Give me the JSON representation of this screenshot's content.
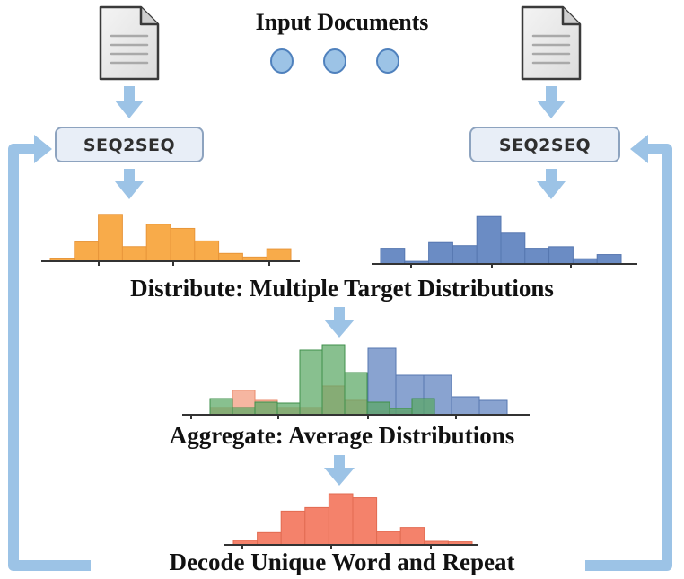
{
  "labels": {
    "input_documents": "Input Documents",
    "distribute": "Distribute: Multiple Target Distributions",
    "aggregate": "Aggregate: Average Distributions",
    "decode": "Decode Unique Word and Repeat"
  },
  "models": {
    "left": "SEQ2SEQ",
    "right": "SEQ2SEQ"
  },
  "icons": {
    "document": "document-icon",
    "ellipsis": "ellipsis-dots-icon",
    "arrow": "down-arrow-icon",
    "feedback": "feedback-loop-arrow-icon"
  },
  "colors": {
    "arrow": "#9cc3e6",
    "seq_box_fill": "#e8eef7",
    "seq_box_border": "#8da3bf",
    "dot_fill": "#9cc3e6",
    "dot_stroke": "#4f81bd",
    "orange": "#f8ab4a",
    "blue": "#6b8cc4",
    "salmon": "#f39e82",
    "green": "#5aa864",
    "red": "#f4826b"
  },
  "histograms": {
    "left": [
      0.06,
      0.37,
      0.9,
      0.28,
      0.71,
      0.63,
      0.39,
      0.15,
      0.08,
      0.24
    ],
    "right": [
      0.3,
      0.05,
      0.41,
      0.35,
      0.91,
      0.59,
      0.3,
      0.33,
      0.1,
      0.18
    ],
    "aggregate_salmon": [
      0.1,
      0.34,
      0.2,
      0.1,
      0.1,
      0.4,
      0.2,
      0.05,
      0.05
    ],
    "aggregate_green": [
      0.18,
      0.08,
      0.14,
      0.13,
      0.72,
      0.78,
      0.47,
      0.14,
      0.07,
      0.18
    ],
    "aggregate_blue": [
      0.74,
      0.44,
      0.44,
      0.2,
      0.16
    ],
    "decode": [
      0.09,
      0.24,
      0.66,
      0.73,
      1.0,
      0.92,
      0.26,
      0.34,
      0.07,
      0.06
    ]
  }
}
